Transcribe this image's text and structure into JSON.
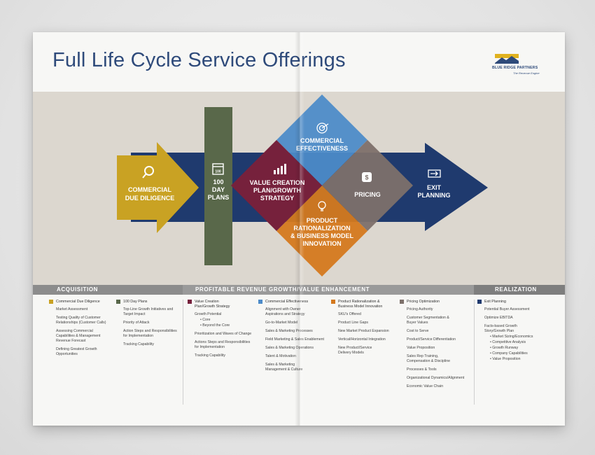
{
  "title": "Full Life Cycle Service Offerings",
  "logo": {
    "name": "BLUE RIDGE PARTNERS",
    "tagline": "The Revenue Engine"
  },
  "diagram": {
    "due_diligence": [
      "COMMERCIAL",
      "DUE DILIGENCE"
    ],
    "day_plans": [
      "100",
      "DAY",
      "PLANS"
    ],
    "day_icon_number": "100",
    "value_creation": [
      "VALUE CREATION",
      "PLAN/GROWTH",
      "STRATEGY"
    ],
    "commercial_effectiveness": [
      "COMMERCIAL",
      "EFFECTIVENESS"
    ],
    "pricing": "PRICING",
    "product": [
      "PRODUCT",
      "RATIONALIZATION",
      "& BUSINESS MODEL",
      "INNOVATION"
    ],
    "exit": [
      "EXIT",
      "PLANNING"
    ]
  },
  "colors": {
    "navy": "#1f3a6e",
    "yellow": "#c9a223",
    "green": "#59684a",
    "maroon": "#76213c",
    "light_blue": "#4d8bc9",
    "gray": "#7d706a",
    "orange": "#d4791e"
  },
  "phases": {
    "acquisition": "ACQUISITION",
    "growth": "PROFITABLE REVENUE GROWTH/VALUE ENHANCEMENT",
    "realization": "REALIZATION"
  },
  "columns": [
    {
      "heading": "Commercial Due Diligence",
      "color": "#c9a223",
      "items": [
        "Market Assessment",
        "Testing Quality of Customer\nRelationships (Customer Calls)",
        "Assessing Commercial\nCapabilities & Management\nRevenue Forecast",
        "Defining Greatest Growth\nOpportunities"
      ]
    },
    {
      "heading": "100 Day Plans",
      "color": "#59684a",
      "items": [
        "Top-Line Growth Initiatives and\nTarget Impact",
        "Priority of Attack",
        "Action Steps and Responsibilities\nfor Implementation",
        "Tracking Capability"
      ]
    },
    {
      "heading": "Value Creation\nPlan/Growth Strategy",
      "color": "#76213c",
      "items": [
        "Growth Potential",
        "Prioritization and Waves of Change",
        "Actions Steps and Responsibilities\nfor Implementation",
        "Tracking Capability"
      ],
      "subitems": [
        "• Core",
        "• Beyond the Core"
      ]
    },
    {
      "heading": "Commercial Effectiveness",
      "color": "#4d8bc9",
      "items": [
        "Alignment with Owner\nAspirations and Strategy",
        "Go-to-Market Model",
        "Sales & Marketing Processes",
        "Field Marketing & Sales Enablement",
        "Sales & Marketing Operations",
        "Talent & Motivation",
        "Sales & Marketing\nManagement & Culture"
      ]
    },
    {
      "heading": "Product Rationalization &\nBusiness Model Innovation",
      "color": "#d4791e",
      "items": [
        "SKU's Offered",
        "Product Line Gaps",
        "New Market Product Expansion",
        "Vertical/Horizontal Integration",
        "New Product/Service\nDelivery Models"
      ]
    },
    {
      "heading": "Pricing Optimization",
      "color": "#7d706a",
      "items": [
        "Pricing Authority",
        "Customer Segmentation &\nBuyer Values",
        "Cost to Serve",
        "Product/Service Differentiation",
        "Value Proposition",
        "Sales Rep Training,\nCompensation & Discipline",
        "Processes & Tools",
        "Organizational Dynamics/Alignment",
        "Economic Value Chain"
      ]
    },
    {
      "heading": "Exit Planning",
      "color": "#1f3a6e",
      "items": [
        "Potential Buyer Assessment",
        "Optimize EBITDA",
        "Facts-based Growth\nStory/Growth Plan"
      ],
      "subitems": [
        "• Market Sizing/Economics",
        "• Competitive Analysis",
        "• Growth Runway",
        "• Company Capabilities",
        "• Value Proposition"
      ]
    }
  ]
}
